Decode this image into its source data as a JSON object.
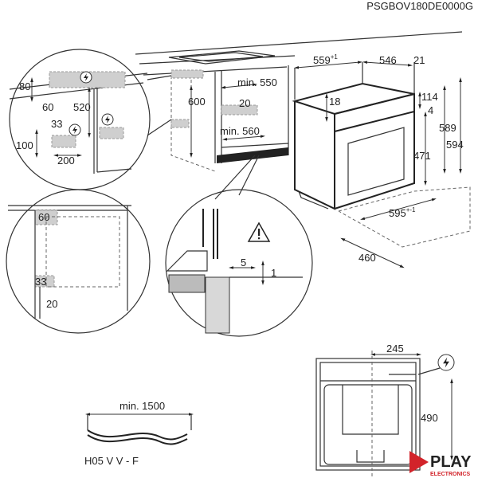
{
  "title": "PSGBOV180DE0000G",
  "detail_top_left": {
    "dims": [
      "80",
      "60",
      "520",
      "33",
      "100",
      "200"
    ],
    "icon": "electrical-connection-icon"
  },
  "cabinet": {
    "dims": [
      "600",
      "min. 550",
      "20",
      "min. 560"
    ]
  },
  "oven": {
    "width": "559",
    "width_tol": "+1",
    "depth": "546",
    "door": "21",
    "top": "18",
    "panel": "114",
    "gap": "4",
    "h1": "589",
    "h2": "594",
    "h3": "471",
    "front_width": "595",
    "front_tol": "+-1",
    "niche_depth": "460"
  },
  "detail_bottom_left": {
    "dims": [
      "60",
      "33",
      "20"
    ]
  },
  "detail_center": {
    "dims": [
      "5",
      "1"
    ],
    "icon": "warning-icon"
  },
  "back_view": {
    "dims": [
      "245",
      "490"
    ],
    "icon": "electrical-connection-icon"
  },
  "cable": {
    "length": "min. 1500",
    "type": "H05 V V - F"
  },
  "logo": {
    "text": "PLAY",
    "sub": "ELECTRONICS",
    "color": "#d2232a"
  }
}
